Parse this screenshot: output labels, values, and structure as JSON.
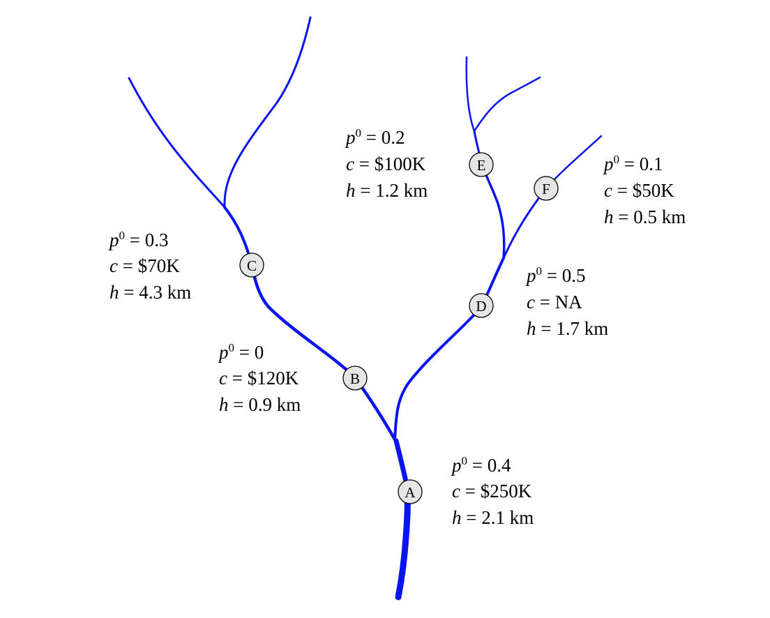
{
  "colors": {
    "river": "#0a14f0",
    "node_fill": "#e6e6e6",
    "node_stroke": "#000000"
  },
  "nodes": [
    {
      "id": "A",
      "p_symbol": "p",
      "p_sup": "0",
      "p_value": " = 0.4",
      "c_symbol": "c",
      "c_value": " = $250K",
      "h_symbol": "h",
      "h_value": " = 2.1 km"
    },
    {
      "id": "B",
      "p_symbol": "p",
      "p_sup": "0",
      "p_value": " = 0",
      "c_symbol": "c",
      "c_value": " = $120K",
      "h_symbol": "h",
      "h_value": " = 0.9 km"
    },
    {
      "id": "C",
      "p_symbol": "p",
      "p_sup": "0",
      "p_value": " = 0.3",
      "c_symbol": "c",
      "c_value": " = $70K",
      "h_symbol": "h",
      "h_value": " = 4.3 km"
    },
    {
      "id": "D",
      "p_symbol": "p",
      "p_sup": "0",
      "p_value": " = 0.5",
      "c_symbol": "c",
      "c_value": " = NA",
      "h_symbol": "h",
      "h_value": " = 1.7 km"
    },
    {
      "id": "E",
      "p_symbol": "p",
      "p_sup": "0",
      "p_value": " = 0.2",
      "c_symbol": "c",
      "c_value": " = $100K",
      "h_symbol": "h",
      "h_value": " = 1.2 km"
    },
    {
      "id": "F",
      "p_symbol": "p",
      "p_sup": "0",
      "p_value": " = 0.1",
      "c_symbol": "c",
      "c_value": " = $50K",
      "h_symbol": "h",
      "h_value": " = 0.5 km"
    }
  ]
}
